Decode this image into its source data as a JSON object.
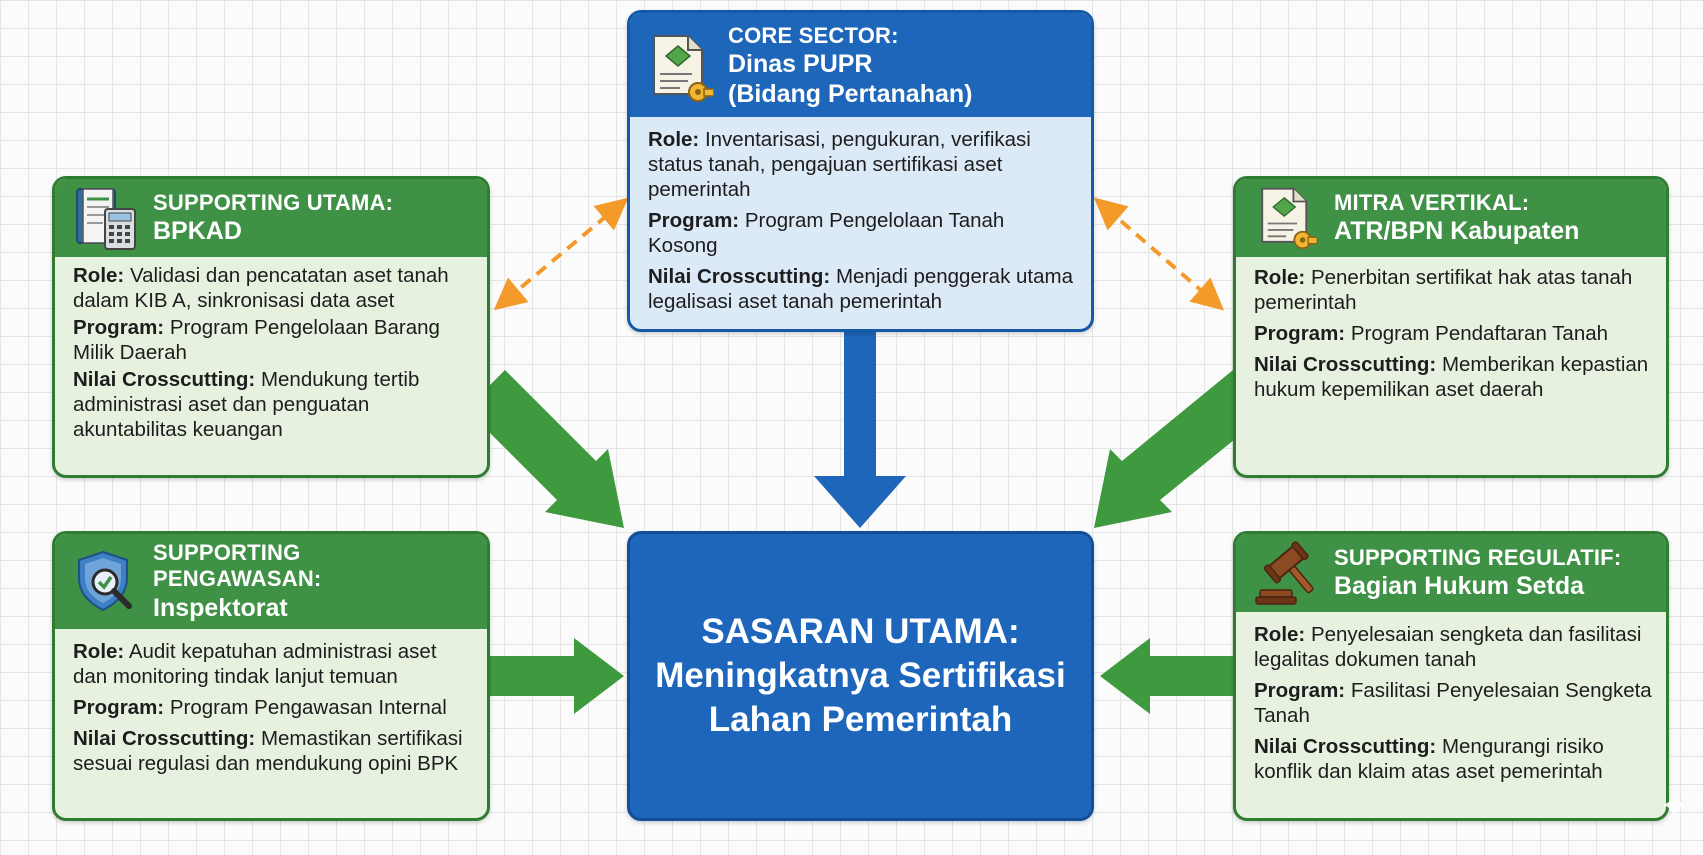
{
  "core": {
    "label": "CORE SECTOR:",
    "name_line1": "Dinas PUPR",
    "name_line2": "(Bidang Pertanahan)",
    "icon": "land-certificate-icon",
    "role_label": "Role:",
    "role": "Inventarisasi, pengukuran, verifikasi status tanah, pengajuan sertifikasi aset pemerintah",
    "program_label": "Program:",
    "program": "Program Pengelolaan Tanah Kosong",
    "value_label": "Nilai Crosscutting:",
    "value": "Menjadi penggerak utama legalisasi aset tanah pemerintah"
  },
  "bpkad": {
    "label": "SUPPORTING UTAMA:",
    "name": "BPKAD",
    "icon": "ledger-calculator-icon",
    "role_label": "Role:",
    "role": "Validasi dan pencatatan aset tanah dalam KIB A, sinkronisasi data aset",
    "program_label": "Program:",
    "program": "Program Pengelolaan Barang Milik Daerah",
    "value_label": "Nilai Crosscutting:",
    "value": "Mendukung tertib administrasi aset dan penguatan akuntabilitas keuangan"
  },
  "atr": {
    "label": "MITRA VERTIKAL:",
    "name": "ATR/BPN Kabupaten",
    "icon": "land-certificate-icon",
    "role_label": "Role:",
    "role": "Penerbitan sertifikat hak atas tanah pemerintah",
    "program_label": "Program:",
    "program": "Program Pendaftaran Tanah",
    "value_label": "Nilai Crosscutting:",
    "value": "Memberikan kepastian hukum kepemilikan aset daerah"
  },
  "inspektorat": {
    "label": "SUPPORTING PENGAWASAN:",
    "name": "Inspektorat",
    "icon": "shield-magnifier-icon",
    "role_label": "Role:",
    "role": "Audit kepatuhan administrasi aset dan monitoring tindak lanjut temuan",
    "program_label": "Program:",
    "program": "Program Pengawasan Internal",
    "value_label": "Nilai Crosscutting:",
    "value": "Memastikan sertifikasi sesuai regulasi dan mendukung opini BPK"
  },
  "hukum": {
    "label": "SUPPORTING REGULATIF:",
    "name": "Bagian Hukum Setda",
    "icon": "gavel-icon",
    "role_label": "Role:",
    "role": "Penyelesaian sengketa dan fasilitasi legalitas dokumen tanah",
    "program_label": "Program:",
    "program": "Fasilitasi Penyelesaian Sengketa Tanah",
    "value_label": "Nilai Crosscutting:",
    "value": "Mengurangi risiko konflik dan klaim atas aset pemerintah"
  },
  "goal": {
    "line1": "SASARAN UTAMA:",
    "line2": "Meningkatnya Sertifikasi",
    "line3": "Lahan Pemerintah"
  },
  "colors": {
    "green_arrow": "#3f9a3f",
    "blue_arrow": "#1e66ba",
    "dashed_arrow": "#f39a2a"
  }
}
